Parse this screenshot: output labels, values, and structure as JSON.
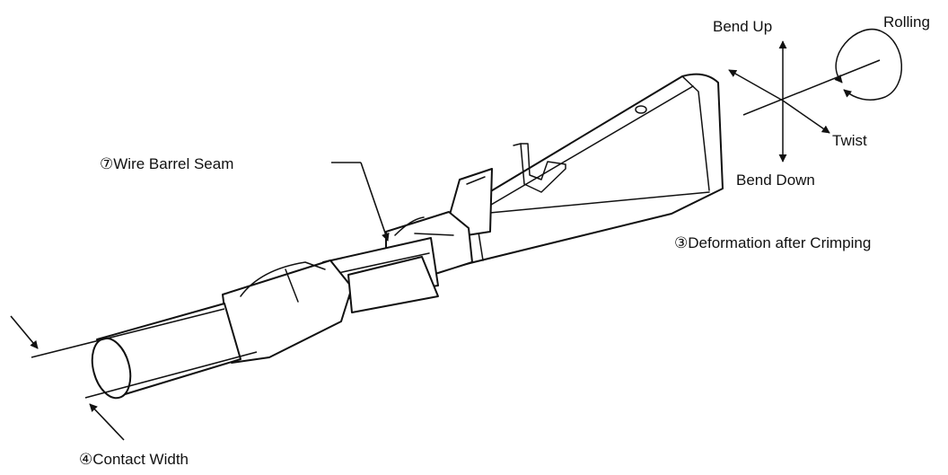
{
  "labels": {
    "bend_up": "Bend Up",
    "rolling": "Rolling",
    "twist": "Twist",
    "bend_down": "Bend Down",
    "deformation": "③Deformation after Crimping",
    "wire_barrel_seam": "⑦Wire Barrel Seam",
    "contact_width": "④Contact Width"
  },
  "colors": {
    "line": "#111111",
    "background": "#ffffff"
  }
}
